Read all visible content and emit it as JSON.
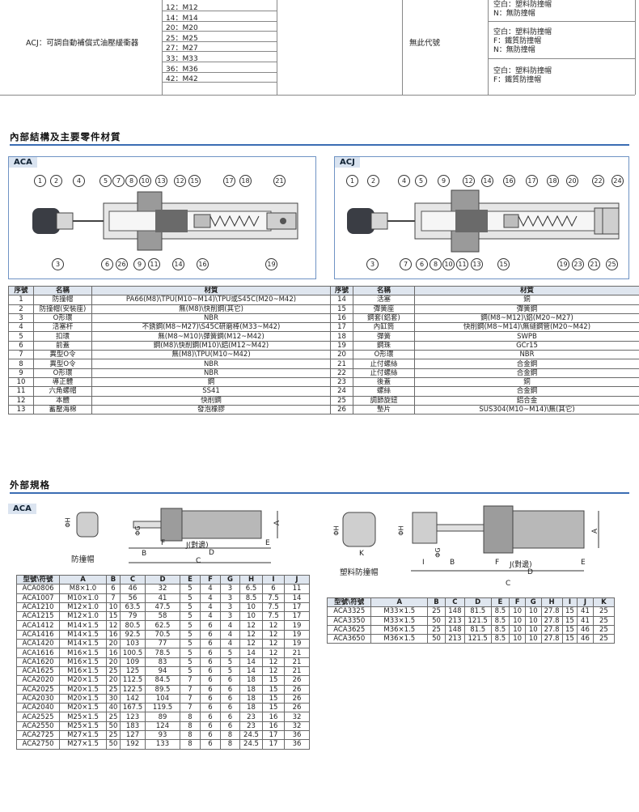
{
  "order_table": {
    "model_desc": "ACJ：可調自動補償式油壓緩衝器",
    "threads": [
      "12：M12",
      "14：M14",
      "20：M20",
      "25：M25",
      "27：M27",
      "33：M33",
      "36：M36",
      "42：M42"
    ],
    "code_note": "無此代號",
    "cap_groups": [
      [
        "空白：塑料防撞帽",
        "N：無防撞帽"
      ],
      [
        "空白：塑料防撞帽",
        "F：鐵質防撞帽",
        "N：無防撞帽"
      ],
      [
        "空白：塑料防撞帽",
        "F：鐵質防撞帽"
      ]
    ]
  },
  "section_internal": {
    "title": "內部結構及主要零件材質",
    "aca_tag": "ACA",
    "acj_tag": "ACJ",
    "aca_top_nums": [
      "1",
      "2",
      "4",
      "5",
      "7",
      "8",
      "10",
      "13",
      "12",
      "15",
      "17",
      "18",
      "21"
    ],
    "aca_bottom_nums": [
      "3",
      "6",
      "26",
      "9",
      "11",
      "14",
      "16",
      "19"
    ],
    "acj_top_nums": [
      "1",
      "2",
      "4",
      "5",
      "9",
      "12",
      "14",
      "16",
      "17",
      "18",
      "20",
      "22",
      "24"
    ],
    "acj_bottom_nums": [
      "3",
      "7",
      "6",
      "8",
      "10",
      "11",
      "13",
      "15",
      "19",
      "23",
      "21",
      "25"
    ]
  },
  "materials": {
    "headers": [
      "序號",
      "名稱",
      "材質",
      "序號",
      "名稱",
      "材質"
    ],
    "rows": [
      [
        "1",
        "防撞帽",
        "PA66(M8)\\TPU(M10~M14)\\TPU或S45C(M20~M42)",
        "14",
        "活塞",
        "銅"
      ],
      [
        "2",
        "防撞帽(安裝座)",
        "無(M8)\\快削鋼(其它)",
        "15",
        "彈簧座",
        "彈簧鋼"
      ],
      [
        "3",
        "O形環",
        "NBR",
        "16",
        "鋼套(鋁套)",
        "鋼(M8~M12)\\鋁(M20~M27)"
      ],
      [
        "4",
        "活塞杆",
        "不銹鋼(M8~M27)\\S45C研磨棒(M33~M42)",
        "17",
        "內缸筒",
        "快削鋼(M8~M14)\\無縫鋼管(M20~M42)"
      ],
      [
        "5",
        "扣環",
        "無(M8~M10)\\彈簧鋼(M12~M42)",
        "18",
        "彈簧",
        "SWPB"
      ],
      [
        "6",
        "前蓋",
        "鋼(M8)\\快削鋼(M10)\\鋁(M12~M42)",
        "19",
        "鋼珠",
        "GCr15"
      ],
      [
        "7",
        "異型O令",
        "無(M8)\\TPU(M10~M42)",
        "20",
        "O形環",
        "NBR"
      ],
      [
        "8",
        "異型O令",
        "NBR",
        "21",
        "止付螺絲",
        "合金鋼"
      ],
      [
        "9",
        "O形環",
        "NBR",
        "22",
        "止付螺絲",
        "合金鋼"
      ],
      [
        "10",
        "導正體",
        "鋼",
        "23",
        "後蓋",
        "銅"
      ],
      [
        "11",
        "六角螺帽",
        "SS41",
        "24",
        "螺絲",
        "合金鋼"
      ],
      [
        "12",
        "本體",
        "快削鋼",
        "25",
        "調節旋鈕",
        "鋁合金"
      ],
      [
        "13",
        "蓄壓海棉",
        "發泡橡膠",
        "26",
        "墊片",
        "SUS304(M10~M14)\\無(其它)"
      ]
    ]
  },
  "section_external": {
    "title": "外部規格",
    "aca_tag": "ACA",
    "cap_label_aca": "防撞帽",
    "cap_label_acj": "塑料防撞帽",
    "dim_labels": {
      "h": "ΦH",
      "g": "ΦG",
      "j": "J(對邊)",
      "a": "A",
      "b": "B",
      "c": "C",
      "d": "D",
      "e": "E",
      "f": "F",
      "i": "I",
      "k": "K"
    }
  },
  "spec_aca": {
    "headers": [
      "型號\\符號",
      "A",
      "B",
      "C",
      "D",
      "E",
      "F",
      "G",
      "H",
      "I",
      "J"
    ],
    "rows": [
      [
        "ACA0806",
        "M8×1.0",
        "6",
        "46",
        "32",
        "5",
        "4",
        "3",
        "6.5",
        "6",
        "11"
      ],
      [
        "ACA1007",
        "M10×1.0",
        "7",
        "56",
        "41",
        "5",
        "4",
        "3",
        "8.5",
        "7.5",
        "14"
      ],
      [
        "ACA1210",
        "M12×1.0",
        "10",
        "63.5",
        "47.5",
        "5",
        "4",
        "3",
        "10",
        "7.5",
        "17"
      ],
      [
        "ACA1215",
        "M12×1.0",
        "15",
        "79",
        "58",
        "5",
        "4",
        "3",
        "10",
        "7.5",
        "17"
      ],
      [
        "ACA1412",
        "M14×1.5",
        "12",
        "80.5",
        "62.5",
        "5",
        "6",
        "4",
        "12",
        "12",
        "19"
      ],
      [
        "ACA1416",
        "M14×1.5",
        "16",
        "92.5",
        "70.5",
        "5",
        "6",
        "4",
        "12",
        "12",
        "19"
      ],
      [
        "ACA1420",
        "M14×1.5",
        "20",
        "103",
        "77",
        "5",
        "6",
        "4",
        "12",
        "12",
        "19"
      ],
      [
        "ACA1616",
        "M16×1.5",
        "16",
        "100.5",
        "78.5",
        "5",
        "6",
        "5",
        "14",
        "12",
        "21"
      ],
      [
        "ACA1620",
        "M16×1.5",
        "20",
        "109",
        "83",
        "5",
        "6",
        "5",
        "14",
        "12",
        "21"
      ],
      [
        "ACA1625",
        "M16×1.5",
        "25",
        "125",
        "94",
        "5",
        "6",
        "5",
        "14",
        "12",
        "21"
      ],
      [
        "ACA2020",
        "M20×1.5",
        "20",
        "112.5",
        "84.5",
        "7",
        "6",
        "6",
        "18",
        "15",
        "26"
      ],
      [
        "ACA2025",
        "M20×1.5",
        "25",
        "122.5",
        "89.5",
        "7",
        "6",
        "6",
        "18",
        "15",
        "26"
      ],
      [
        "ACA2030",
        "M20×1.5",
        "30",
        "142",
        "104",
        "7",
        "6",
        "6",
        "18",
        "15",
        "26"
      ],
      [
        "ACA2040",
        "M20×1.5",
        "40",
        "167.5",
        "119.5",
        "7",
        "6",
        "6",
        "18",
        "15",
        "26"
      ],
      [
        "ACA2525",
        "M25×1.5",
        "25",
        "123",
        "89",
        "8",
        "6",
        "6",
        "23",
        "16",
        "32"
      ],
      [
        "ACA2550",
        "M25×1.5",
        "50",
        "183",
        "124",
        "8",
        "6",
        "6",
        "23",
        "16",
        "32"
      ],
      [
        "ACA2725",
        "M27×1.5",
        "25",
        "127",
        "93",
        "8",
        "6",
        "8",
        "24.5",
        "17",
        "36"
      ],
      [
        "ACA2750",
        "M27×1.5",
        "50",
        "192",
        "133",
        "8",
        "6",
        "8",
        "24.5",
        "17",
        "36"
      ]
    ]
  },
  "spec_large": {
    "headers": [
      "型號\\符號",
      "A",
      "B",
      "C",
      "D",
      "E",
      "F",
      "G",
      "H",
      "I",
      "J",
      "K"
    ],
    "rows": [
      [
        "ACA3325",
        "M33×1.5",
        "25",
        "148",
        "81.5",
        "8.5",
        "10",
        "10",
        "27.8",
        "15",
        "41",
        "25"
      ],
      [
        "ACA3350",
        "M33×1.5",
        "50",
        "213",
        "121.5",
        "8.5",
        "10",
        "10",
        "27.8",
        "15",
        "41",
        "25"
      ],
      [
        "ACA3625",
        "M36×1.5",
        "25",
        "148",
        "81.5",
        "8.5",
        "10",
        "10",
        "27.8",
        "15",
        "46",
        "25"
      ],
      [
        "ACA3650",
        "M36×1.5",
        "50",
        "213",
        "121.5",
        "8.5",
        "10",
        "10",
        "27.8",
        "15",
        "46",
        "25"
      ]
    ]
  }
}
